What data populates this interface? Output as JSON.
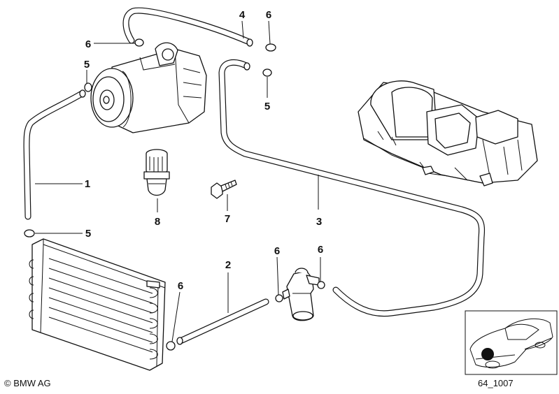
{
  "callouts": {
    "c1": "1",
    "c2": "2",
    "c3": "3",
    "c4": "4",
    "c5a": "5",
    "c5b": "5",
    "c5c": "5",
    "c6a": "6",
    "c6b": "6",
    "c6c": "6",
    "c6d": "6",
    "c6e": "6",
    "c7": "7",
    "c8": "8"
  },
  "footer": {
    "copyright": "© BMW AG",
    "diagram_id": "64_1007"
  }
}
